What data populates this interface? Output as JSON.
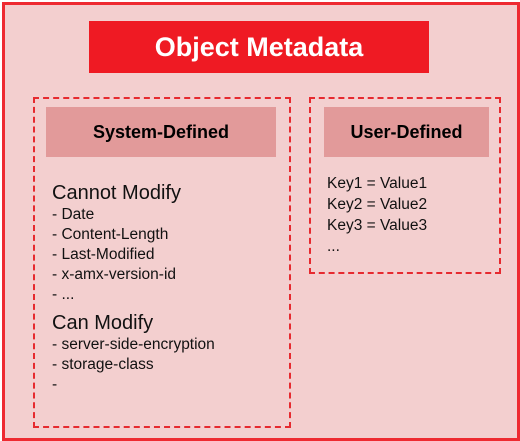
{
  "title": "Object Metadata",
  "system": {
    "header": "System-Defined",
    "cannot_modify": {
      "title": "Cannot Modify",
      "items": [
        "- Date",
        "- Content-Length",
        "- Last-Modified",
        "- x-amx-version-id",
        "- ..."
      ]
    },
    "can_modify": {
      "title": "Can Modify",
      "items": [
        "- server-side-encryption",
        "- storage-class",
        "-"
      ]
    }
  },
  "user": {
    "header": "User-Defined",
    "items": [
      "Key1 = Value1",
      "Key2 = Value2",
      "Key3 = Value3",
      "..."
    ]
  },
  "colors": {
    "outer_border": "#ee2a31",
    "background": "#f3cfcf",
    "title_bar": "#ef1a23",
    "panel_header": "#e29a9a",
    "dashed_border": "#e62a2f"
  }
}
